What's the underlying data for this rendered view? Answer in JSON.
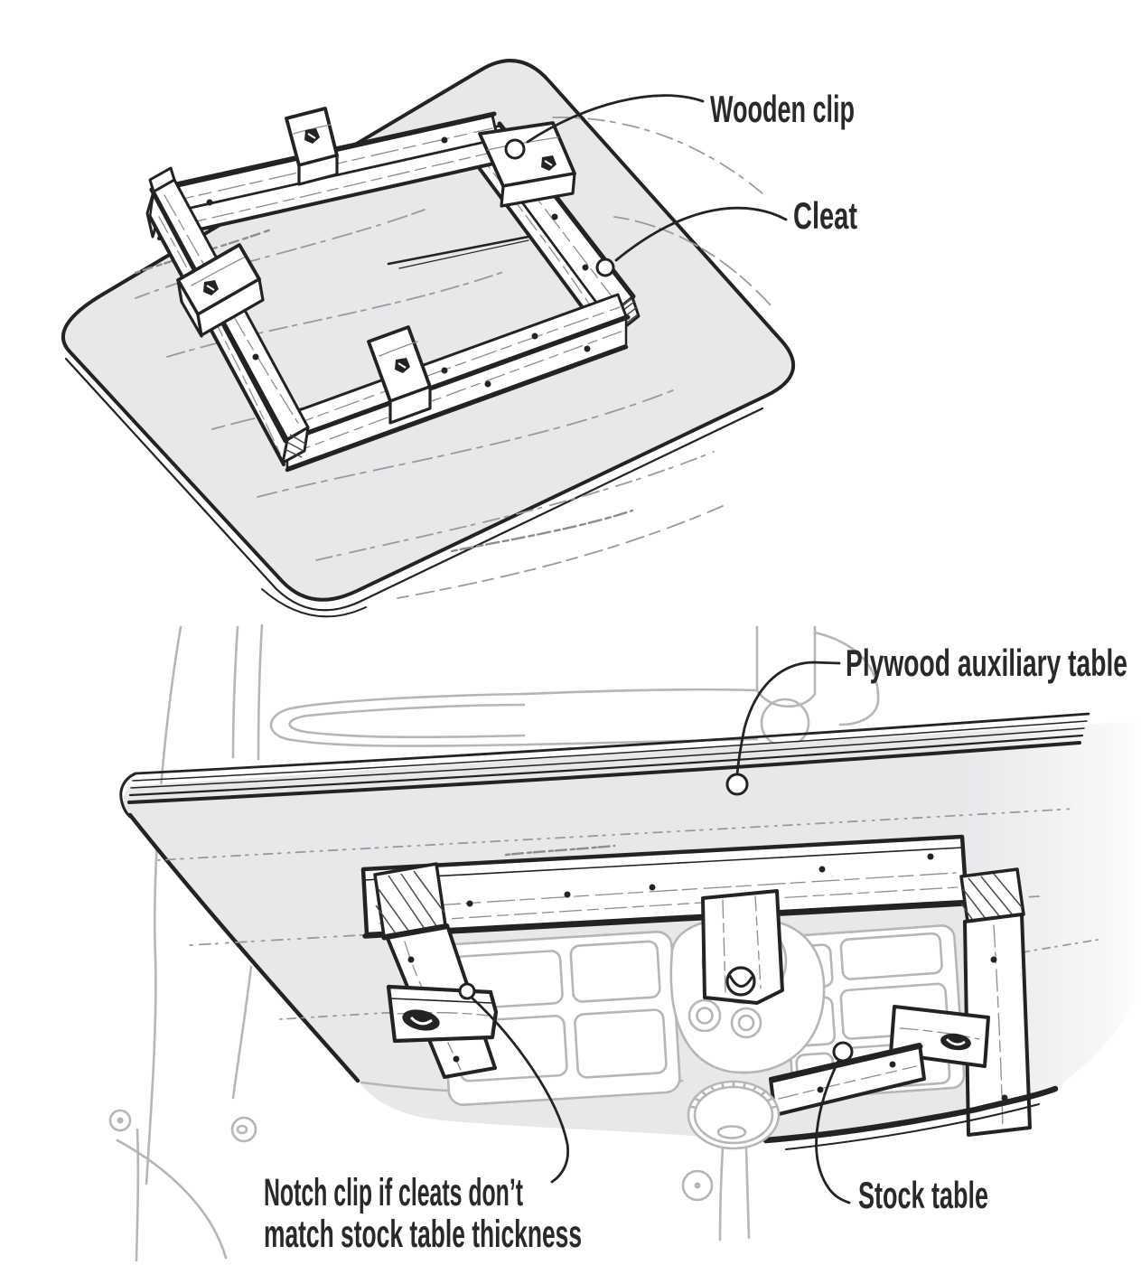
{
  "page": {
    "background": "#ffffff"
  },
  "colors": {
    "ink": "#232323",
    "plywood_fill": "#e8e7ea",
    "board_grain": "#9a999c",
    "wood_grain": "#8d8c8f",
    "machine_line": "#b6b5b8",
    "label_text": "#2b2829",
    "leader_dot_fill": "#ffffff"
  },
  "top_figure": {
    "labels": {
      "wooden_clip": "Wooden clip",
      "cleat": "Cleat"
    }
  },
  "bottom_figure": {
    "labels": {
      "plywood_auxiliary_table": "Plywood auxiliary table",
      "notch_clip_line1": "Notch clip if cleats don’t",
      "notch_clip_line2": "match stock table thickness",
      "stock_table": "Stock table"
    }
  }
}
